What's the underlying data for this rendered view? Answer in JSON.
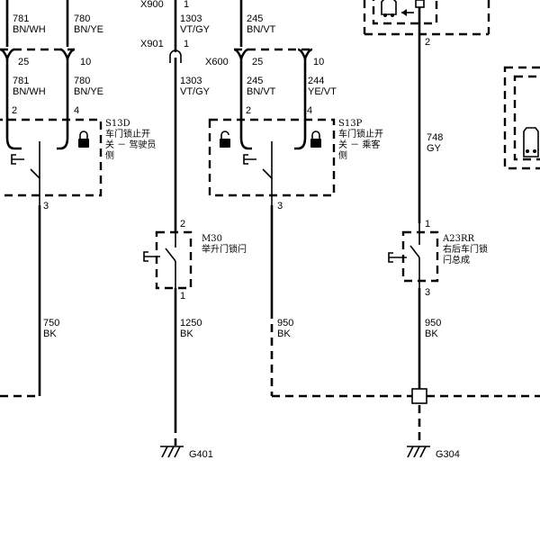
{
  "connectors": {
    "x900": "X900",
    "x901": "X901",
    "x600": "X600"
  },
  "pins": {
    "x900_1": "1",
    "x901_1": "1",
    "x901_top": "1",
    "s13d_25": "25",
    "s13d_10": "10",
    "x600_25": "25",
    "x600_10": "10",
    "s13d_2": "2",
    "s13d_4": "4",
    "s13d_3": "3",
    "s13p_2": "2",
    "s13p_4": "4",
    "s13p_3": "3",
    "m30_2": "2",
    "m30_1": "1",
    "a23_2": "2",
    "a23_1": "1",
    "a23_3": "3"
  },
  "wires": {
    "w781_top": {
      "num": "781",
      "color": "BN/WH"
    },
    "w780_top": {
      "num": "780",
      "color": "BN/YE"
    },
    "w1303_top": {
      "num": "1303",
      "color": "VT/GY"
    },
    "w245_top": {
      "num": "245",
      "color": "BN/VT"
    },
    "w781": {
      "num": "781",
      "color": "BN/WH"
    },
    "w780": {
      "num": "780",
      "color": "BN/YE"
    },
    "w1303": {
      "num": "1303",
      "color": "VT/GY"
    },
    "w245": {
      "num": "245",
      "color": "BN/VT"
    },
    "w244": {
      "num": "244",
      "color": "YE/VT"
    },
    "w748": {
      "num": "748",
      "color": "GY"
    },
    "w750": {
      "num": "750",
      "color": "BK"
    },
    "w1250": {
      "num": "1250",
      "color": "BK"
    },
    "w950a": {
      "num": "950",
      "color": "BK"
    },
    "w950b": {
      "num": "950",
      "color": "BK"
    }
  },
  "components": {
    "s13d": {
      "id": "S13D",
      "line1": "车门锁止开",
      "line2": "关 － 驾驶员",
      "line3": "侧"
    },
    "s13p": {
      "id": "S13P",
      "line1": "车门锁止开",
      "line2": "关 － 乘客",
      "line3": "侧"
    },
    "m30": {
      "id": "M30",
      "line1": "举升门锁闩"
    },
    "a23rr": {
      "id": "A23RR",
      "line1": "右后车门锁",
      "line2": "闩总成"
    }
  },
  "grounds": {
    "g401": "G401",
    "g304": "G304"
  }
}
